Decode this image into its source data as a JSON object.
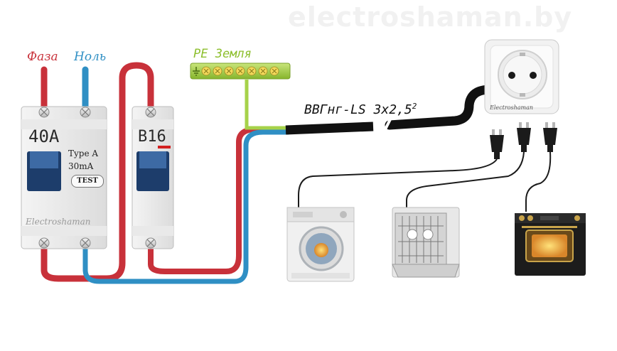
{
  "watermark": "electroshaman.by",
  "labels": {
    "phase": "Фаза",
    "neutral": "Ноль",
    "pe_ground": "PE Земля",
    "cable": "ВВГнг-LS 3x2,5",
    "cable_exp": "2"
  },
  "rcd": {
    "rating": "40A",
    "type": "Type A",
    "leakage": "30mA",
    "test_button": "TEST",
    "brand": "Electroshaman"
  },
  "breaker": {
    "rating": "B16"
  },
  "socket": {
    "brand": "Electroshaman"
  },
  "appliances": [
    "washing-machine",
    "dishwasher",
    "oven"
  ],
  "colors": {
    "phase": "#c8313a",
    "neutral": "#2f8fc4",
    "ground": "#a6d24a",
    "cable": "#111111",
    "busbar": "#9acb3a"
  }
}
